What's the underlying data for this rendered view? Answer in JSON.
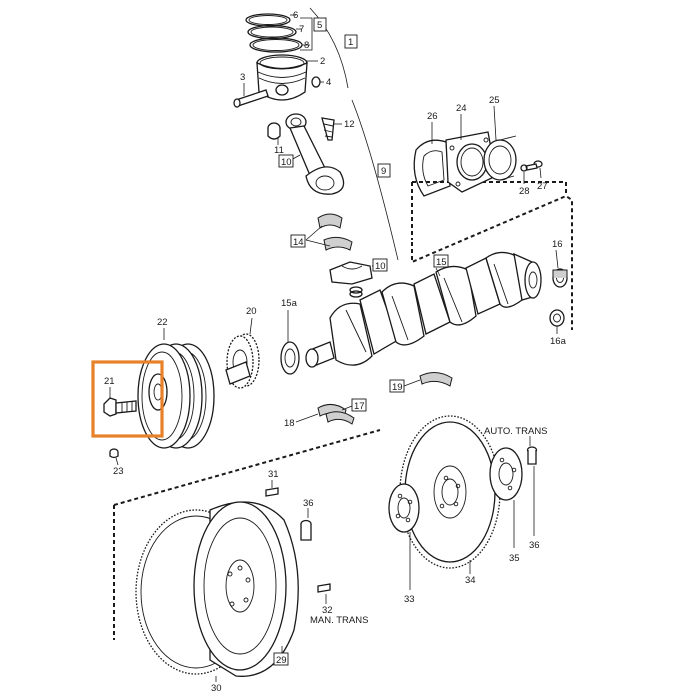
{
  "colors": {
    "highlight": "#e8822a",
    "ink": "#1a1a1a",
    "background": "#ffffff"
  },
  "labels": {
    "l1": "1",
    "l2": "2",
    "l3": "3",
    "l4": "4",
    "l5": "5",
    "l6": "6",
    "l7": "7",
    "l8": "8",
    "l9": "9",
    "l10a": "10",
    "l10b": "10",
    "l11": "11",
    "l12": "12",
    "l14": "14",
    "l15": "15",
    "l15a": "15a",
    "l16": "16",
    "l16a": "16a",
    "l17": "17",
    "l18": "18",
    "l19": "19",
    "l20": "20",
    "l21": "21",
    "l22": "22",
    "l23": "23",
    "l24": "24",
    "l25": "25",
    "l26": "26",
    "l27": "27",
    "l28": "28",
    "l29": "29",
    "l30": "30",
    "l31": "31",
    "l32": "32",
    "l33": "33",
    "l34": "34",
    "l35": "35",
    "l36a": "36",
    "l36b": "36",
    "auto_trans": "AUTO. TRANS",
    "man_trans": "MAN. TRANS"
  }
}
